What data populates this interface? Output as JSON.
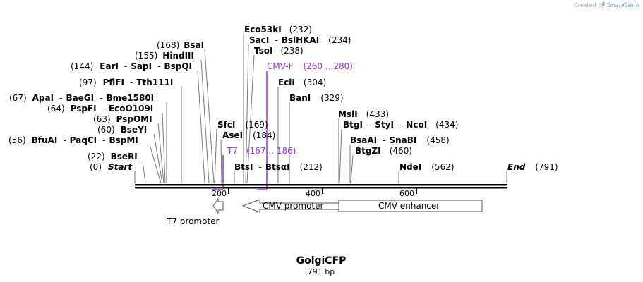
{
  "credit": "Created by",
  "brand": "SnapGene",
  "brand_color": "#6fa8dc",
  "primer_color": "#9b30d9",
  "map_name": "GolgiCFP",
  "map_length_text": "791 bp",
  "axis_ticks": [
    "200",
    "400",
    "600"
  ],
  "enzymes": [
    {
      "pos": "(232)",
      "names": [
        "Eco53kI"
      ]
    },
    {
      "pos": "(234)",
      "names": [
        "SacI",
        "BslHKAI"
      ]
    },
    {
      "pos": "(238)",
      "names": [
        "TsoI"
      ]
    },
    {
      "pos": "(168)",
      "names": [
        "BsaI"
      ]
    },
    {
      "pos": "(155)",
      "names": [
        "HindIII"
      ]
    },
    {
      "pos": "(144)",
      "names": [
        "EarI",
        "SapI",
        "BspQI"
      ]
    },
    {
      "pos": "(304)",
      "names": [
        "EciI"
      ]
    },
    {
      "pos": "(97)",
      "names": [
        "PflFI",
        "Tth111I"
      ]
    },
    {
      "pos": "(329)",
      "names": [
        "BanI"
      ]
    },
    {
      "pos": "(67)",
      "names": [
        "ApaI",
        "BaeGI",
        "Bme1580I"
      ]
    },
    {
      "pos": "(64)",
      "names": [
        "PspFI",
        "EcoO109I"
      ]
    },
    {
      "pos": "(433)",
      "names": [
        "MslI"
      ]
    },
    {
      "pos": "(63)",
      "names": [
        "PspOMI"
      ]
    },
    {
      "pos": "(169)",
      "names": [
        "SfcI"
      ]
    },
    {
      "pos": "(434)",
      "names": [
        "BtgI",
        "StyI",
        "NcoI"
      ]
    },
    {
      "pos": "(60)",
      "names": [
        "BseYI"
      ]
    },
    {
      "pos": "(184)",
      "names": [
        "AseI"
      ]
    },
    {
      "pos": "(56)",
      "names": [
        "BfuAI",
        "PaqCI",
        "BspMI"
      ]
    },
    {
      "pos": "(458)",
      "names": [
        "BsaAI",
        "SnaBI"
      ]
    },
    {
      "pos": "(460)",
      "names": [
        "BtgZI"
      ]
    },
    {
      "pos": "(22)",
      "names": [
        "BseRI"
      ]
    },
    {
      "pos": "(212)",
      "names": [
        "BtsI",
        "BtsαI"
      ]
    },
    {
      "pos": "(562)",
      "names": [
        "NdeI"
      ]
    }
  ],
  "ends": [
    {
      "pos": "(0)",
      "name": "Start"
    },
    {
      "pos": "(791)",
      "name": "End"
    }
  ],
  "primers": [
    {
      "name": "CMV-F",
      "range": "(260 .. 280)"
    },
    {
      "name": "T7",
      "range": "(167 .. 186)"
    }
  ],
  "features": [
    {
      "name": "CMV promoter"
    },
    {
      "name": "CMV enhancer"
    },
    {
      "name": "T7 promoter"
    }
  ]
}
